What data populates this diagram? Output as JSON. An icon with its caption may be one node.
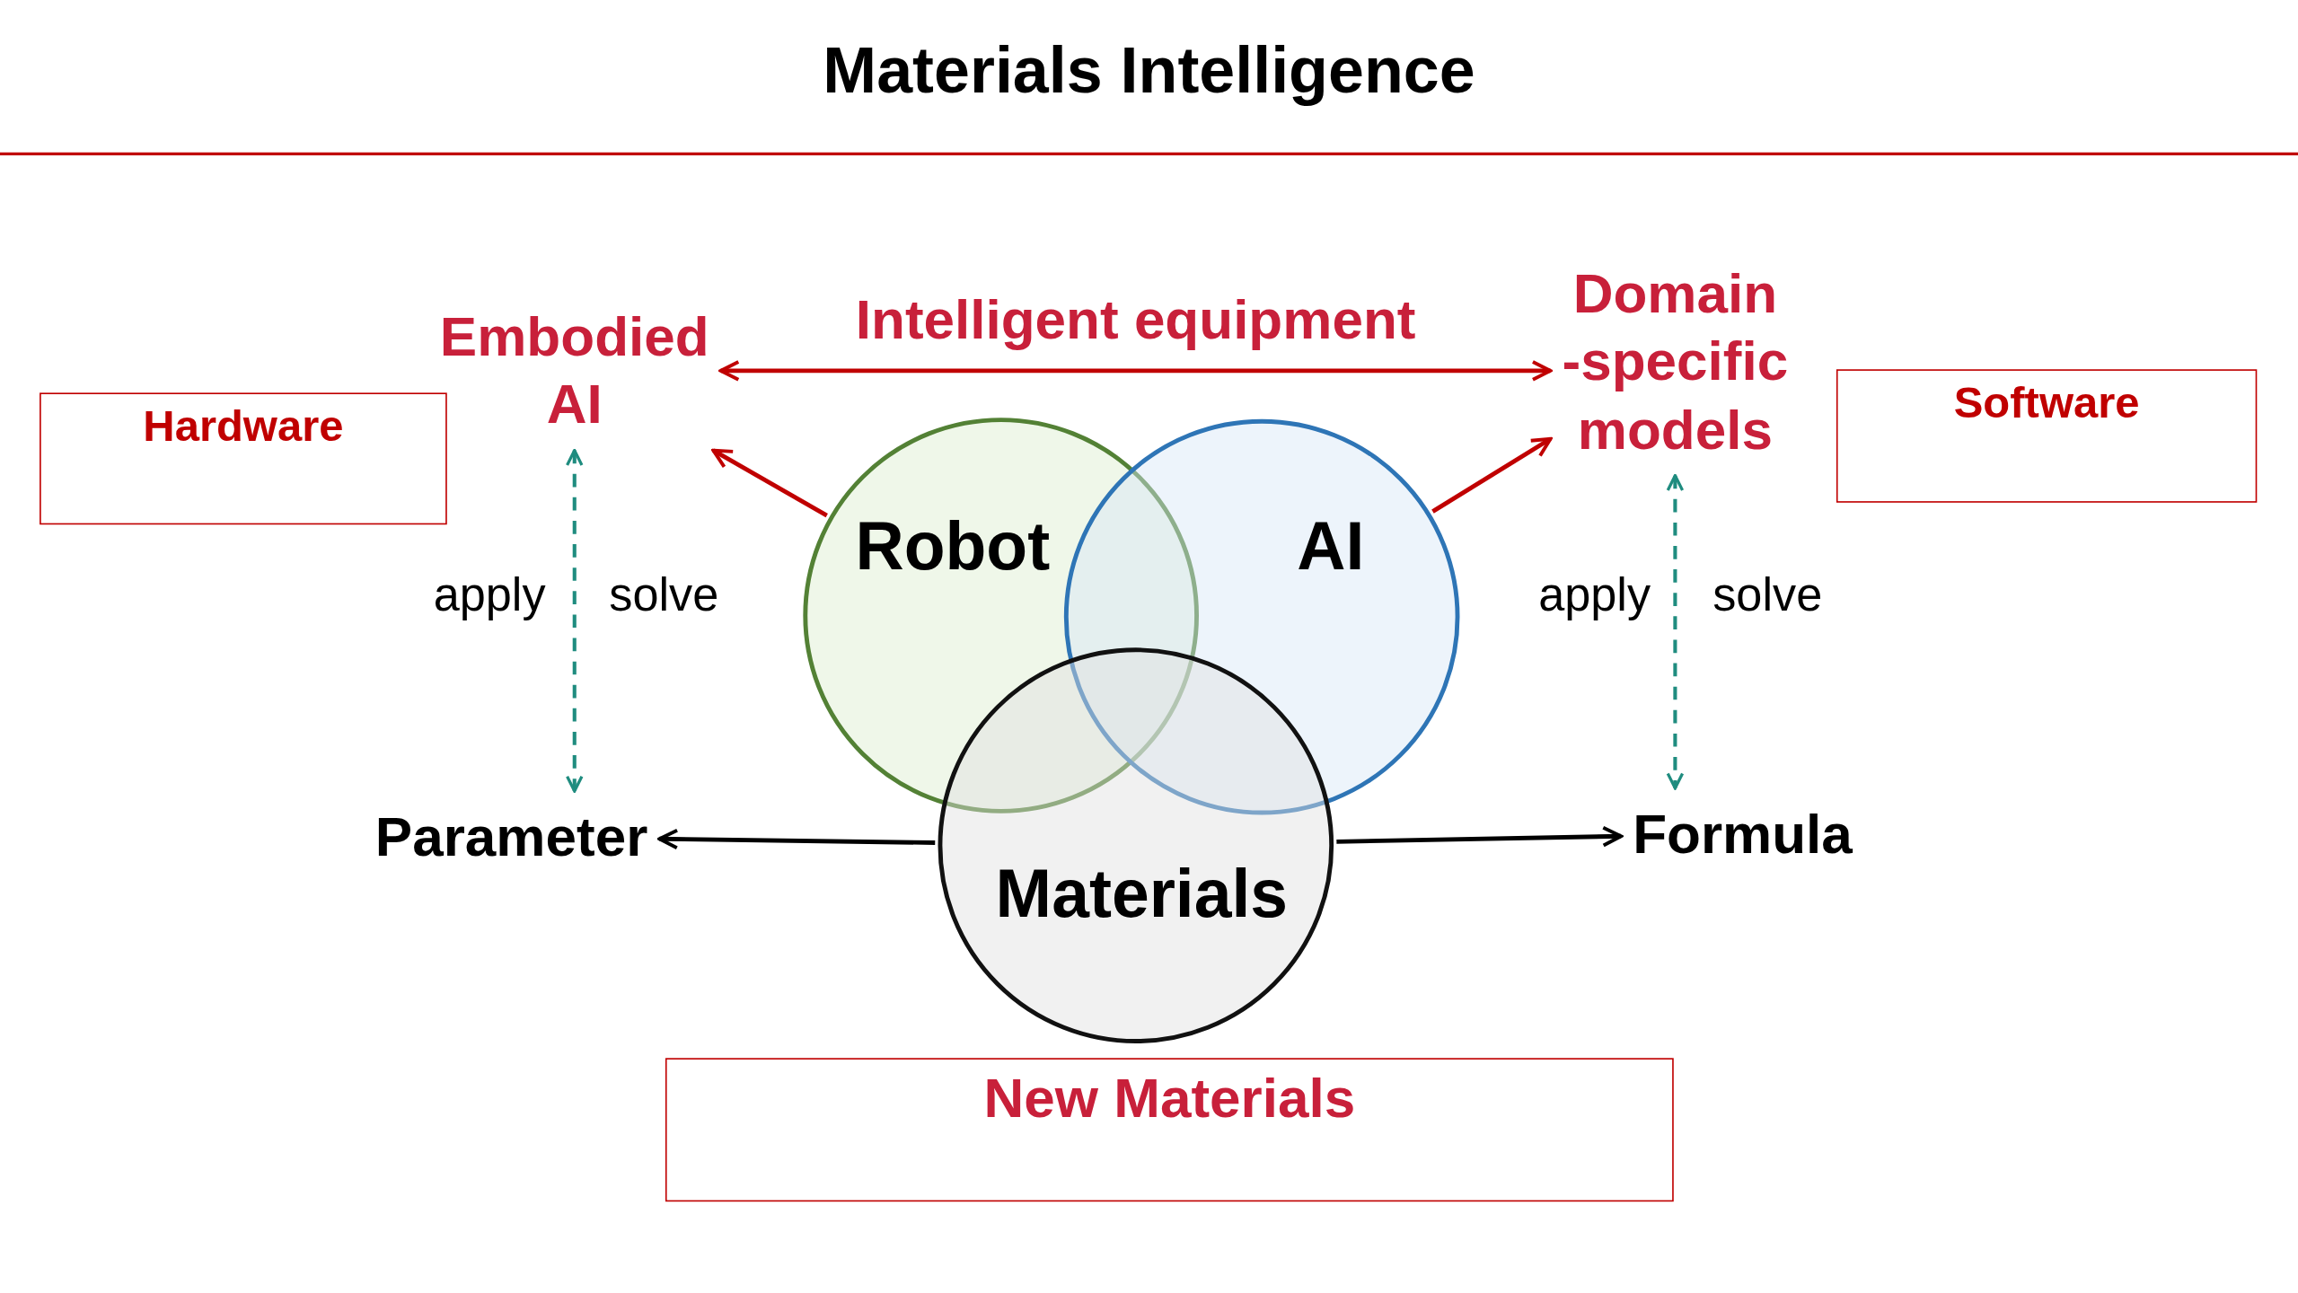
{
  "diagram": {
    "title": "Materials Intelligence",
    "nodes": [
      {
        "text": [
          "Hardware"
        ]
      },
      {
        "text": [
          "Embodied AI"
        ]
      },
      {
        "text": [
          "Domain -specific models"
        ]
      },
      {
        "text": [
          "Software"
        ]
      },
      {
        "text": [
          "Robot"
        ]
      },
      {
        "text": [
          "AI"
        ]
      },
      {
        "text": [
          "Materials"
        ]
      },
      {
        "text": [
          "Parameter"
        ]
      },
      {
        "text": [
          "Formula"
        ]
      },
      {
        "text": [
          "New Materials"
        ]
      }
    ],
    "edges": [
      {
        "from": 1,
        "to": 2,
        "arrow": "both",
        "label": "Intelligent equipment",
        "color": "#c00000"
      },
      {
        "from": 4,
        "to": 1,
        "arrow": "to",
        "color": "#c00000"
      },
      {
        "from": 5,
        "to": 2,
        "arrow": "to",
        "color": "#c00000"
      },
      {
        "from": 1,
        "to": 7,
        "arrow": "both",
        "style": "dashed",
        "color": "#1f8c7f"
      },
      {
        "from": 2,
        "to": 8,
        "arrow": "both",
        "style": "dashed",
        "color": "#1f8c7f"
      },
      {
        "from": 6,
        "to": 7,
        "arrow": "to",
        "color": "#000000"
      },
      {
        "from": 6,
        "to": 8,
        "arrow": "to",
        "color": "#000000"
      }
    ],
    "labels": [
      "apply",
      "solve",
      "apply",
      "solve"
    ]
  }
}
